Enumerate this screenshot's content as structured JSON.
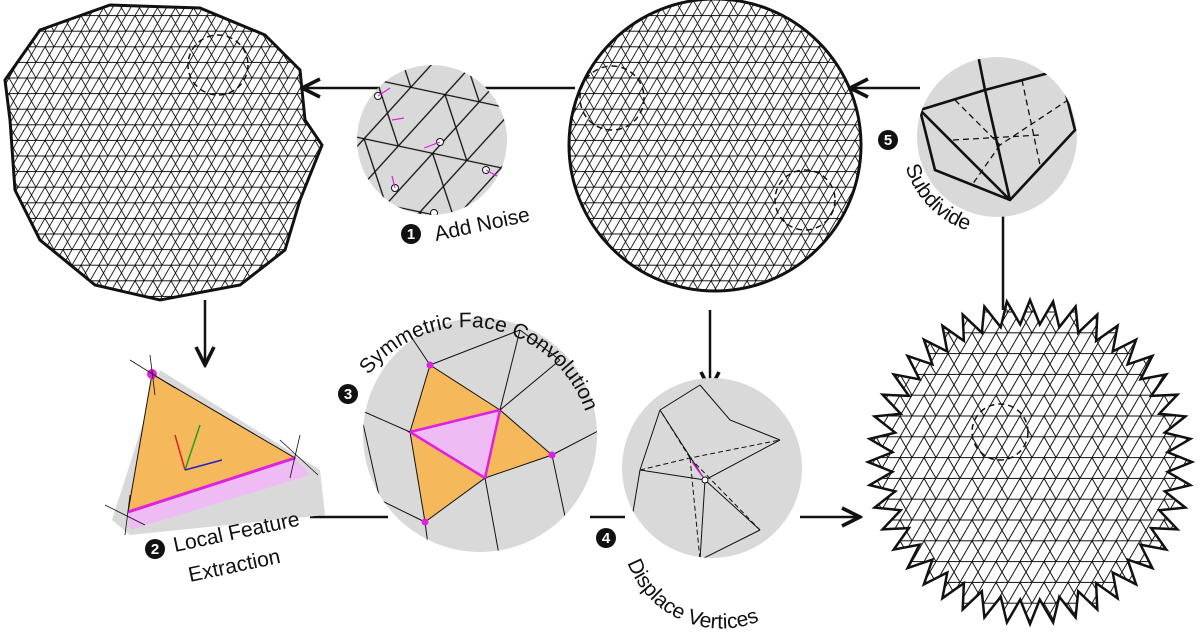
{
  "colors": {
    "mesh_line": "#111111",
    "inset_fill": "#d9d9d9",
    "face_orange": "#f5b85b",
    "face_pink": "#eebbf5",
    "magenta": "#e020e0"
  },
  "steps": [
    {
      "number": "1",
      "label": "Add Noise"
    },
    {
      "number": "2",
      "label_line1": "Local Feature",
      "label_line2": "Extraction"
    },
    {
      "number": "3",
      "label": "Symmetric Face Convolution"
    },
    {
      "number": "4",
      "label": "Displace Vertices"
    },
    {
      "number": "5",
      "label": "Subdivide"
    }
  ]
}
